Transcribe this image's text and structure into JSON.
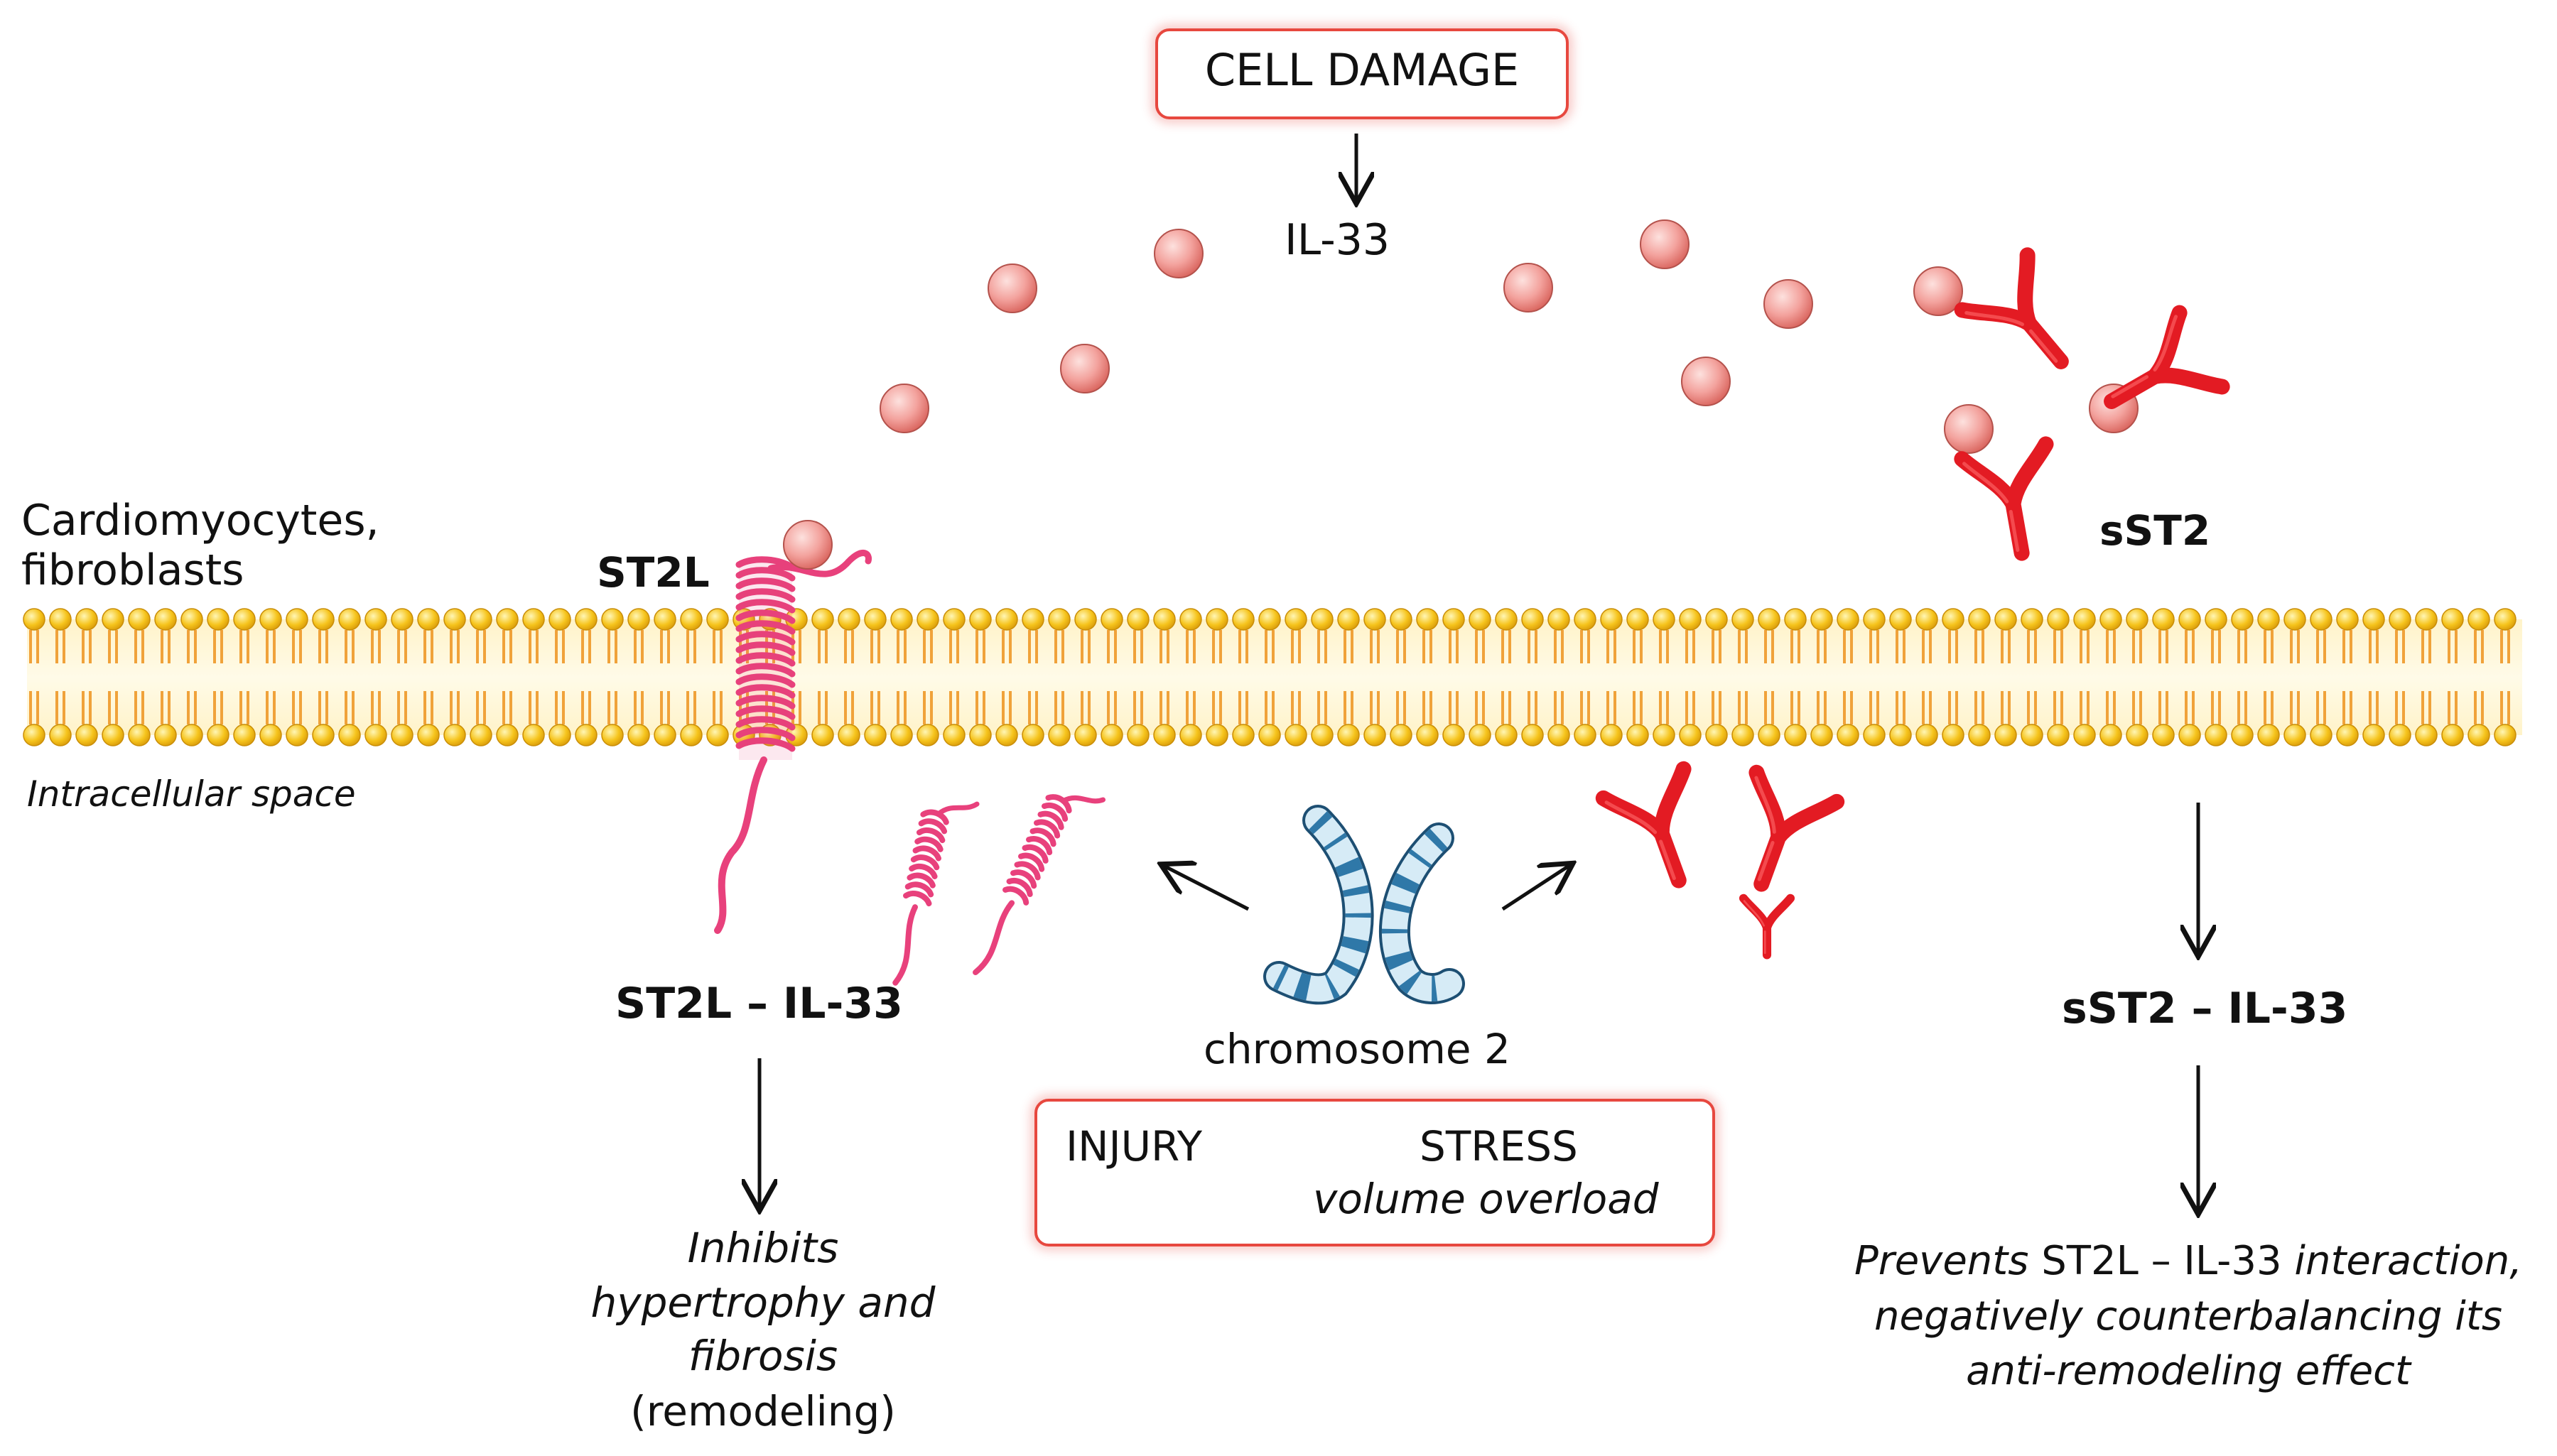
{
  "labels": {
    "cell_damage": "CELL DAMAGE",
    "il33": "IL-33",
    "cells": [
      "Cardiomyocytes,",
      "fibroblasts"
    ],
    "st2l": "ST2L",
    "sst2": "sST2",
    "intracellular": "Intracellular space",
    "st2l_il33": "ST2L – IL-33",
    "sst2_il33": "sST2 – IL-33",
    "chromosome": "chromosome 2",
    "injury": "INJURY",
    "stress": "STRESS",
    "volume": "volume overload",
    "left_effect": [
      "Inhibits",
      "hypertrophy and",
      "fibrosis",
      "(remodeling)"
    ],
    "right_effect": {
      "line1_a": "Prevents ",
      "line1_b": "ST2L – IL-33",
      "line1_c": " interaction,",
      "line2": "negatively counterbalancing its",
      "line3": "anti-remodeling effect"
    }
  },
  "colors": {
    "box_border": "#e7483f",
    "il33_ball": "#f3a29d",
    "sst2_receptor": "#e31b23",
    "st2l_receptor": "#e8417c",
    "membrane_head": "#f6c41c",
    "membrane_tail": "#f0a23a",
    "chromosome": "#2f78a8"
  },
  "icons": [
    "il33-ball-icon",
    "sst2-receptor-icon",
    "st2l-receptor-icon",
    "chromosome-icon",
    "arrow-icon"
  ]
}
